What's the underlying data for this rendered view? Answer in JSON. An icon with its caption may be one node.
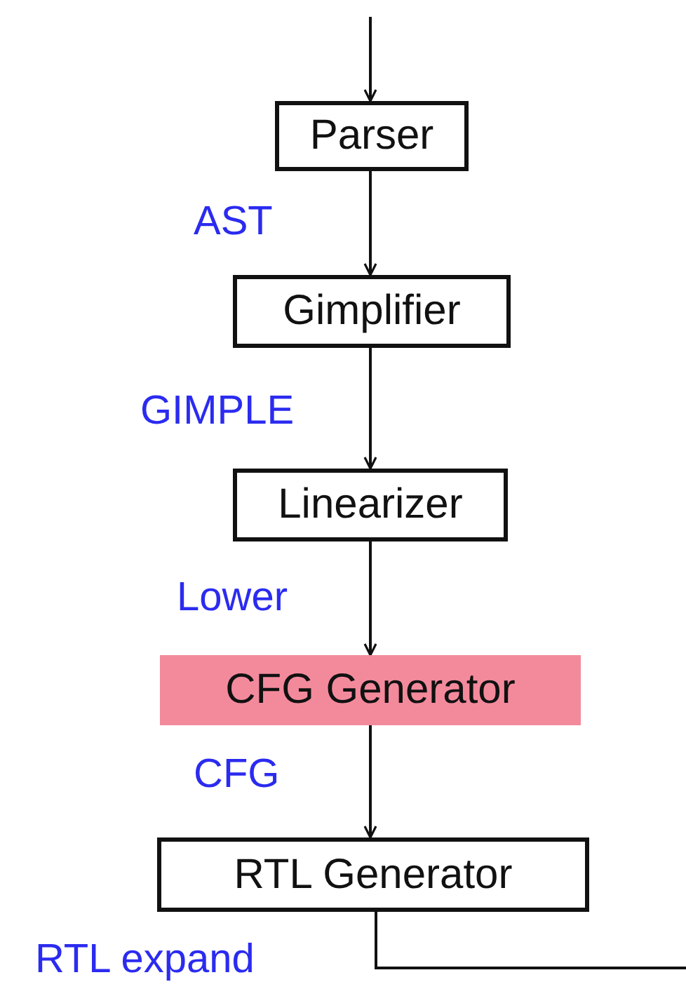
{
  "diagram": {
    "nodes": [
      {
        "text": [
          "Parser"
        ]
      },
      {
        "text": [
          "Gimplifier"
        ]
      },
      {
        "text": [
          "Linearizer"
        ]
      },
      {
        "text": [
          "CFG Generator"
        ]
      },
      {
        "text": [
          "RTL Generator"
        ]
      }
    ],
    "edges": [
      {
        "from": null,
        "to": 0,
        "arrow": "to"
      },
      {
        "from": 0,
        "to": 1,
        "arrow": "to",
        "label": "AST"
      },
      {
        "from": 1,
        "to": 2,
        "arrow": "to",
        "label": "GIMPLE"
      },
      {
        "from": 2,
        "to": 3,
        "arrow": "to",
        "label": "Lower"
      },
      {
        "from": 3,
        "to": 4,
        "arrow": "to",
        "label": "CFG"
      },
      {
        "from": 4,
        "to": null,
        "arrow": "none",
        "label": "RTL expand"
      }
    ]
  }
}
